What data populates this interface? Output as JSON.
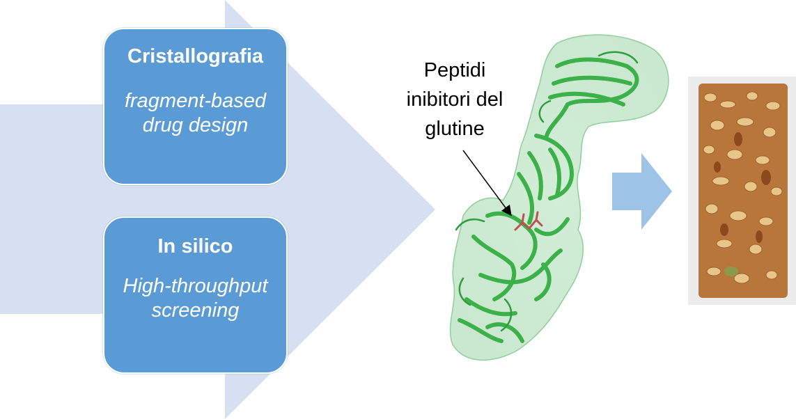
{
  "boxes": {
    "crystallography": {
      "title": "Cristallografia",
      "subtitle": "fragment-based drug design"
    },
    "in_silico": {
      "title": "In silico",
      "subtitle": "High-throughput screening"
    }
  },
  "callout": {
    "line1": "Peptidi",
    "line2": "inibitori del",
    "line3": "glutine"
  },
  "colors": {
    "big_arrow": "#d6e0f0",
    "box_fill": "#5b9bd5",
    "small_arrow": "#9dc3e6",
    "protein_ribbon": "#3cb14a",
    "protein_surface": "#9fd6a8",
    "ligand": "#c0504d",
    "granola_bar": "#b8773a"
  },
  "icons": {
    "protein": "protein-structure-image",
    "food": "granola-bar-image"
  }
}
